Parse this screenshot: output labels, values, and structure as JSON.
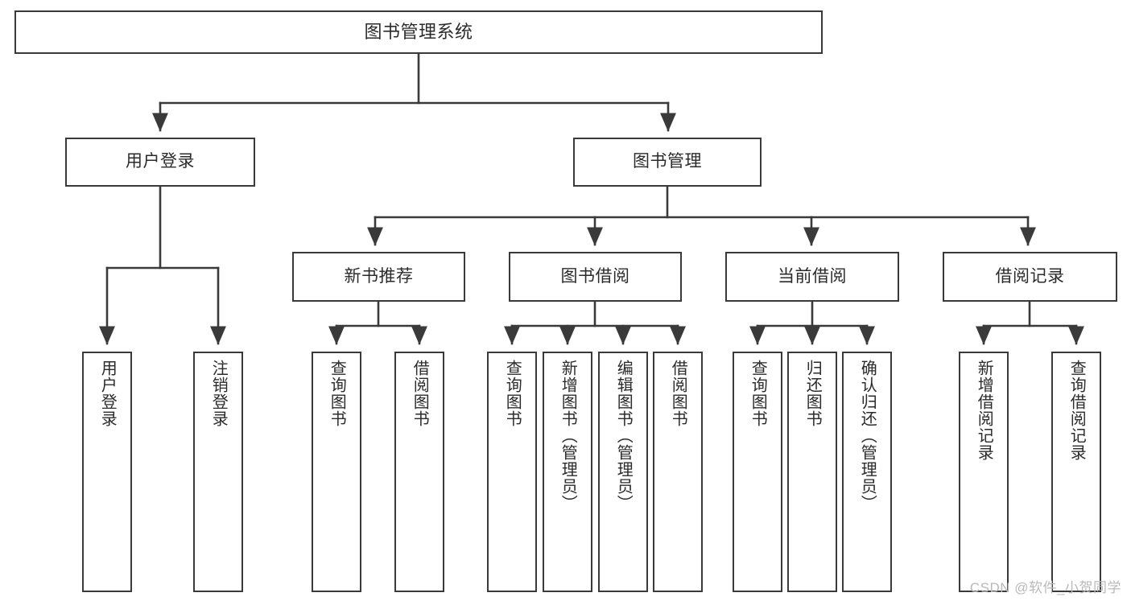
{
  "diagram": {
    "title": "图书管理系统",
    "type": "tree",
    "watermark": "CSDN @软件_小贺同学",
    "line_color": "#3a3a3a",
    "text_color": "#2b2b2b",
    "background": "#ffffff",
    "nodes": {
      "root": {
        "label": "图书管理系统"
      },
      "level2": [
        {
          "label": "用户登录"
        },
        {
          "label": "图书管理"
        }
      ],
      "level3": [
        {
          "label": "新书推荐"
        },
        {
          "label": "图书借阅"
        },
        {
          "label": "当前借阅"
        },
        {
          "label": "借阅记录"
        }
      ],
      "leaves_user_login": [
        {
          "label": "用户登录"
        },
        {
          "label": "注销登录"
        }
      ],
      "leaves_new_book": [
        {
          "label": "查询图书"
        },
        {
          "label": "借阅图书"
        }
      ],
      "leaves_borrow": [
        {
          "label": "查询图书"
        },
        {
          "label": "新增图书（管理员）"
        },
        {
          "label": "编辑图书（管理员）"
        },
        {
          "label": "借阅图书"
        }
      ],
      "leaves_current": [
        {
          "label": "查询图书"
        },
        {
          "label": "归还图书"
        },
        {
          "label": "确认归还（管理员）"
        }
      ],
      "leaves_records": [
        {
          "label": "新增借阅记录"
        },
        {
          "label": "查询借阅记录"
        }
      ]
    }
  }
}
